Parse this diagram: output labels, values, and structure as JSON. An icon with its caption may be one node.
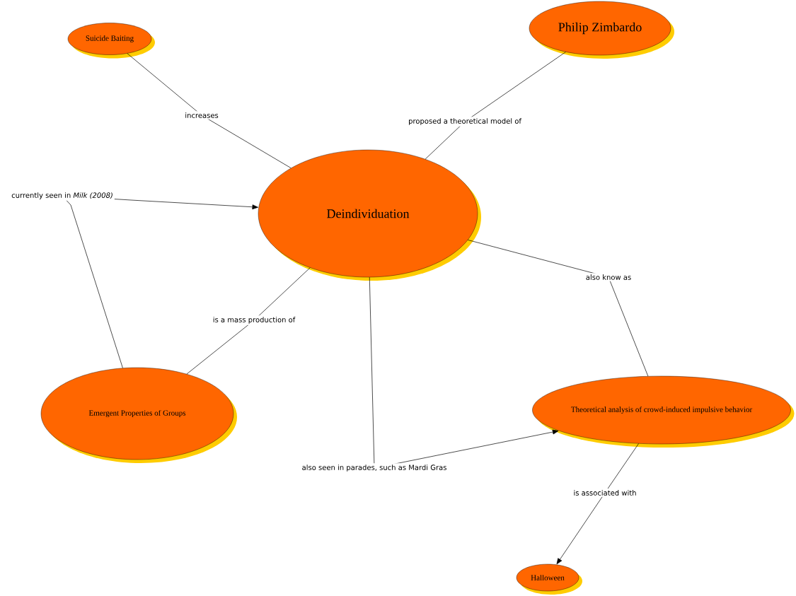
{
  "diagram": {
    "nodes": [
      {
        "text": [
          "Suicide Baiting"
        ]
      },
      {
        "text": [
          "Philip Zimbardo"
        ]
      },
      {
        "text": [
          "Deindividuation"
        ]
      },
      {
        "text": [
          "Emergent Properties of Groups"
        ]
      },
      {
        "text": [
          "Theoretical analysis of crowd-induced impulsive behavior"
        ]
      },
      {
        "text": [
          "Halloween"
        ]
      }
    ],
    "edges": [
      {
        "from": 0,
        "to": 2,
        "arrow": "none",
        "label": "increases"
      },
      {
        "from": 1,
        "to": 2,
        "arrow": "none",
        "label": "proposed a theoretical model of"
      },
      {
        "from": 3,
        "to": 2,
        "arrow": "to",
        "label": "currently seen in *Milk (2008)*"
      },
      {
        "from": 3,
        "to": 2,
        "arrow": "none",
        "label": "is a mass production of"
      },
      {
        "from": 2,
        "to": 4,
        "arrow": "none",
        "label": "also know as"
      },
      {
        "from": 2,
        "to": 4,
        "arrow": "to",
        "label": "also seen in parades, such as Mardi Gras"
      },
      {
        "from": 4,
        "to": 5,
        "arrow": "to",
        "label": "is associated with"
      }
    ]
  }
}
